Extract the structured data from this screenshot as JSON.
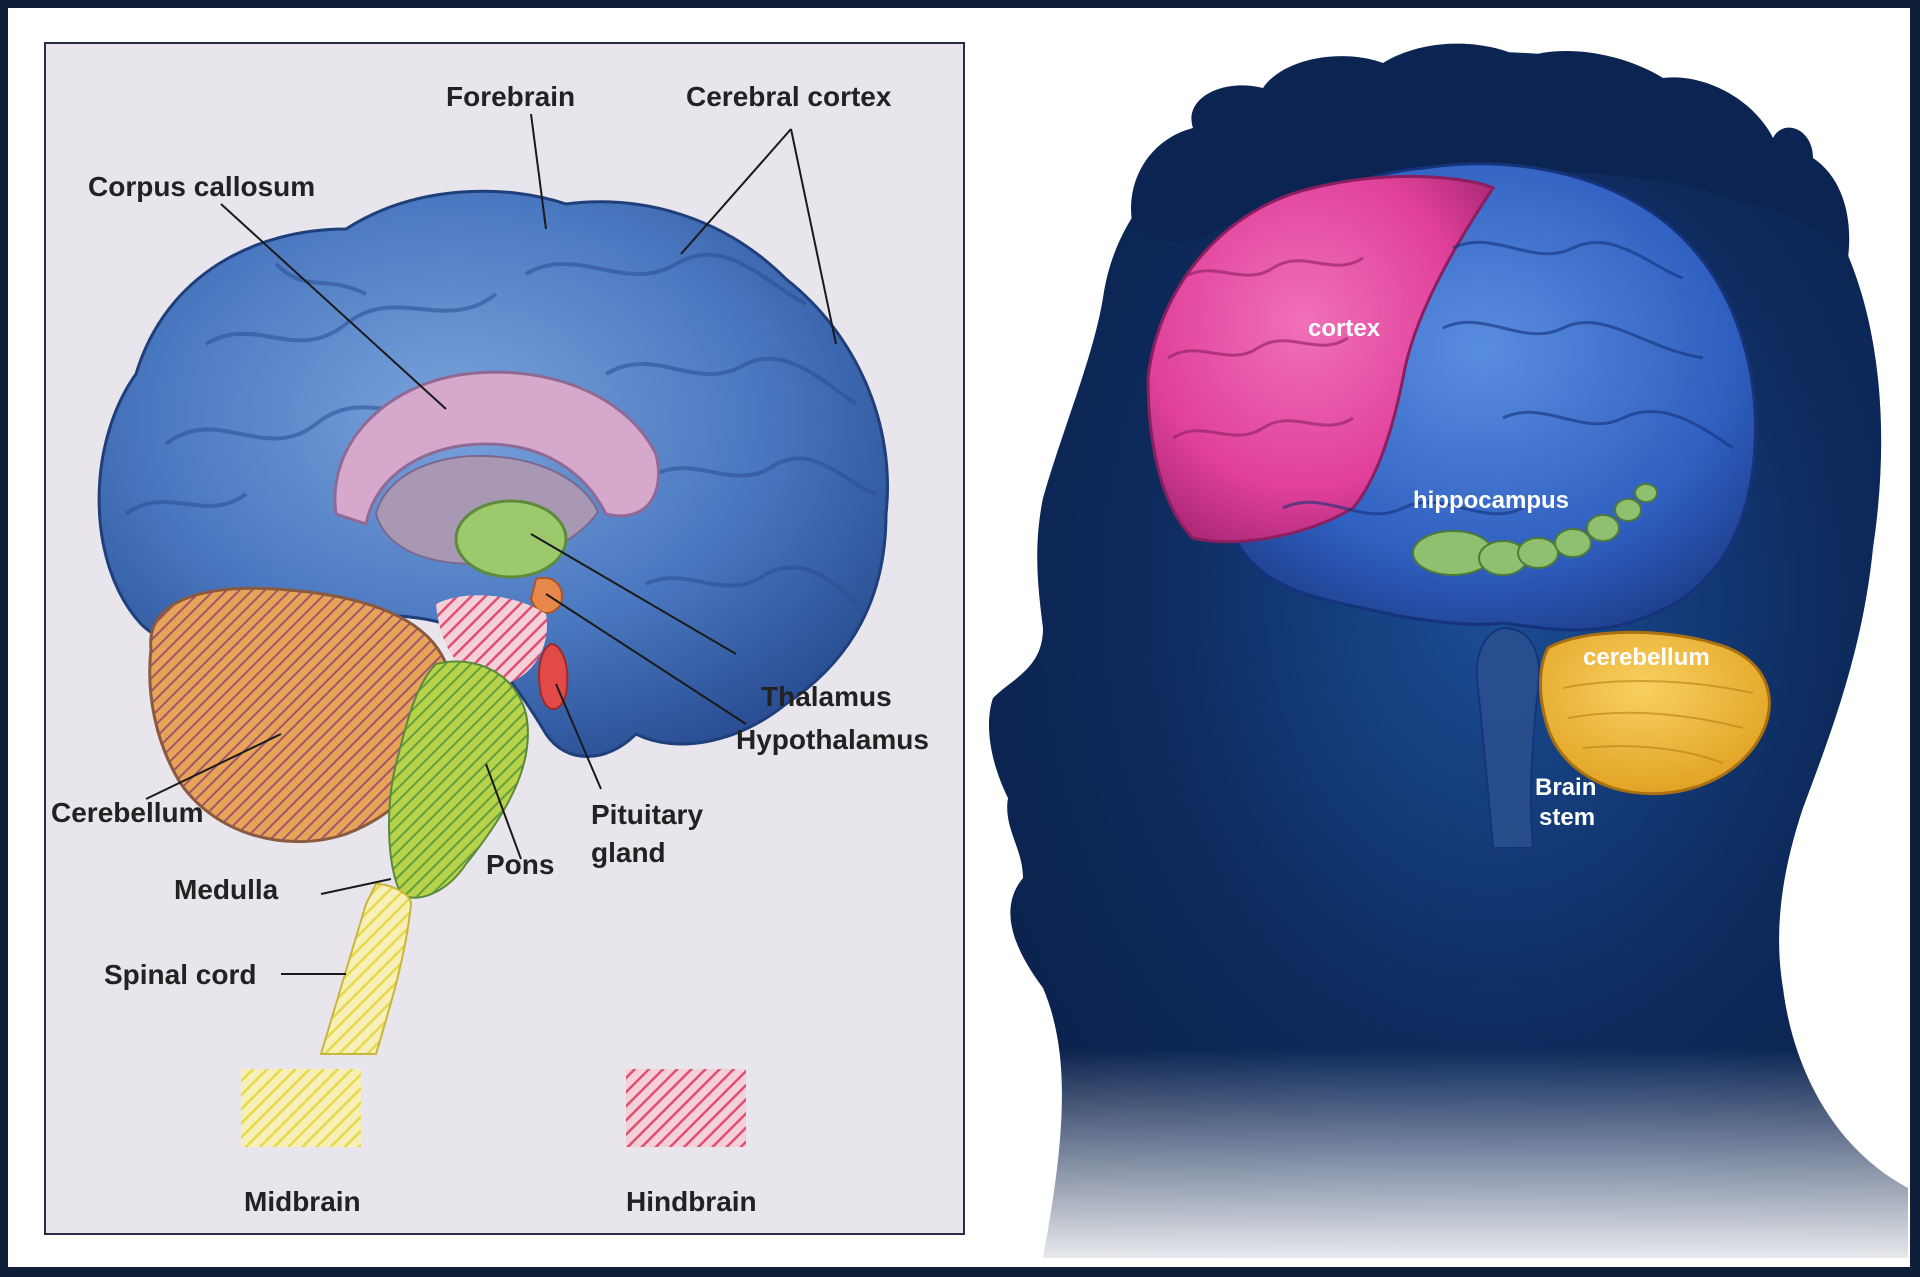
{
  "left_diagram": {
    "labels": {
      "forebrain": "Forebrain",
      "cerebral_cortex": "Cerebral cortex",
      "corpus_callosum": "Corpus callosum",
      "thalamus": "Thalamus",
      "hypothalamus": "Hypothalamus",
      "pituitary_1": "Pituitary",
      "pituitary_2": "gland",
      "cerebellum": "Cerebellum",
      "pons": "Pons",
      "medulla": "Medulla",
      "spinal_cord": "Spinal cord"
    },
    "legend": [
      {
        "label": "Midbrain",
        "color": "#e8d84a"
      },
      {
        "label": "Hindbrain",
        "color": "#e0506e"
      }
    ]
  },
  "right_diagram": {
    "labels": {
      "cortex": "cortex",
      "hippocampus": "hippocampus",
      "cerebellum": "cerebellum",
      "brain_stem_1": "Brain",
      "brain_stem_2": "stem"
    }
  },
  "colors": {
    "brain_blue": "#4a78c0",
    "cortex_pink": "#e0409a",
    "cerebellum_yellow": "#f0b830",
    "hippocampus_green": "#8fc070",
    "silhouette": "#0d2a5c"
  }
}
